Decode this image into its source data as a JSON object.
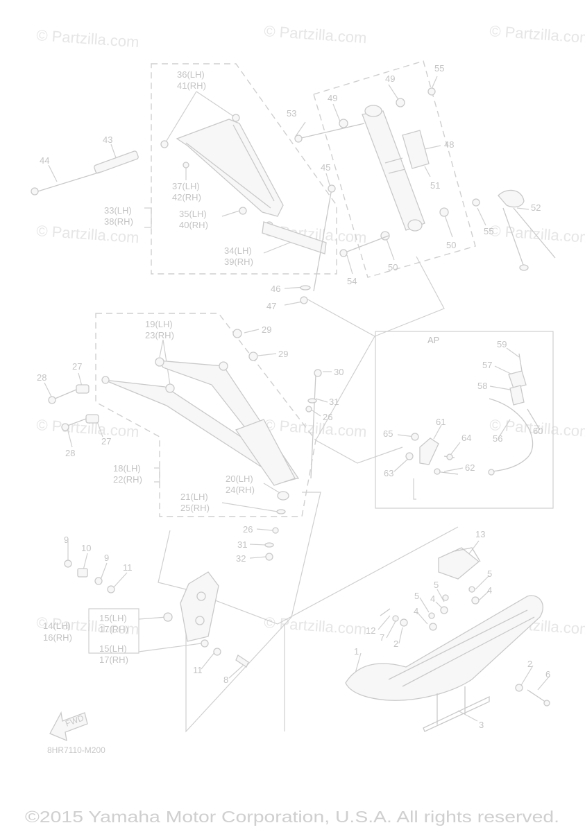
{
  "watermark": "© Partzilla.com",
  "diagram_code": "8HR7110-M200",
  "section_label": "AP",
  "fwd_label": "FWD",
  "copyright": "©2015 Yamaha Motor Corporation, U.S.A. All rights reserved.",
  "callouts": {
    "c36": "36(LH)",
    "c41": "41(RH)",
    "c43": "43",
    "c44": "44",
    "c37": "37(LH)",
    "c42": "42(RH)",
    "c33": "33(LH)",
    "c38": "38(RH)",
    "c35": "35(LH)",
    "c40": "40(RH)",
    "c34": "34(LH)",
    "c39": "39(RH)",
    "c53": "53",
    "c49a": "49",
    "c49b": "49",
    "c55a": "55",
    "c48": "48",
    "c51": "51",
    "c45": "45",
    "c52": "52",
    "c55b": "55",
    "c50a": "50",
    "c50b": "50",
    "c54": "54",
    "c46": "46",
    "c47": "47",
    "c19": "19(LH)",
    "c23": "23(RH)",
    "c29a": "29",
    "c29b": "29",
    "c27a": "27",
    "c28a": "28",
    "c30": "30",
    "c31a": "31",
    "c26a": "26",
    "c27b": "27",
    "c28b": "28",
    "c18": "18(LH)",
    "c22": "22(RH)",
    "c20": "20(LH)",
    "c24": "24(RH)",
    "c21": "21(LH)",
    "c25": "25(RH)",
    "c26b": "26",
    "c31b": "31",
    "c32": "32",
    "c59": "59",
    "c57": "57",
    "c58": "58",
    "c61": "61",
    "c65": "65",
    "c64": "64",
    "c60": "60",
    "c56": "56",
    "c63": "63",
    "c62": "62",
    "c9a": "9",
    "c10": "10",
    "c9b": "9",
    "c11a": "11",
    "c15a": "15(LH)",
    "c17a": "17(RH)",
    "c14": "14(LH)",
    "c16": "16(RH)",
    "c15b": "15(LH)",
    "c17b": "17(RH)",
    "c11b": "11",
    "c8": "8",
    "c13": "13",
    "c5a": "5",
    "c5b": "5",
    "c4a": "4",
    "c4b": "4",
    "c5c": "5",
    "c4c": "4",
    "c12": "12",
    "c7": "7",
    "c2a": "2",
    "c1": "1",
    "c2b": "2",
    "c6": "6",
    "c3": "3"
  }
}
